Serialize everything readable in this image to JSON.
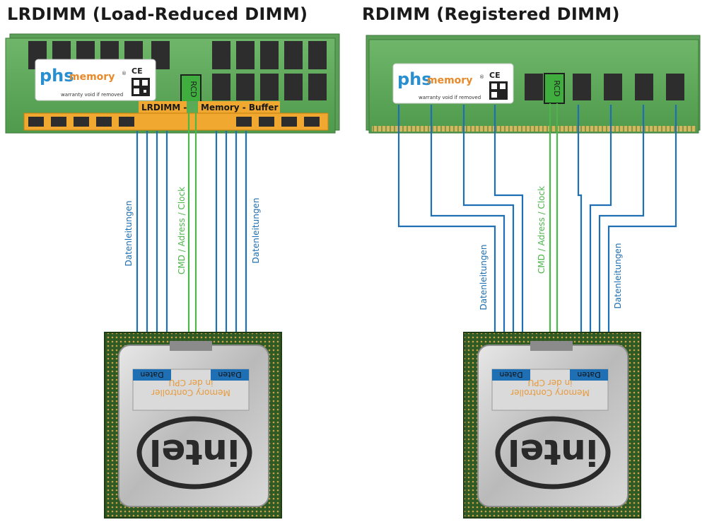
{
  "left_panel": {
    "title": "LRDIMM (Load-Reduced DIMM)",
    "logo_brand_a": "phs",
    "logo_brand_b": "memory",
    "logo_registered": "®",
    "logo_tagline": "warranty void if removed",
    "logo_ce": "CE",
    "rcd_label": "RCD",
    "buffer_label_a": "LRDIMM -",
    "buffer_label_b": "Memory - Buffer",
    "data_lines_left_label": "Datenleitungen",
    "cmd_label": "CMD / Adress / Clock",
    "data_lines_right_label": "Datenleitungen",
    "cpu_data_left": "Daten",
    "cpu_data_right": "Daten",
    "cpu_mc_line1": "Memory Controller",
    "cpu_mc_line2": "in der CPU",
    "cpu_brand": "intel"
  },
  "right_panel": {
    "title": "RDIMM (Registered DIMM)",
    "logo_brand_a": "phs",
    "logo_brand_b": "memory",
    "logo_registered": "®",
    "logo_tagline": "warranty void if removed",
    "logo_ce": "CE",
    "rcd_label": "RCD",
    "data_lines_left_label": "Datenleitungen",
    "cmd_label": "CMD / Adress / Clock",
    "data_lines_right_label": "Datenleitungen",
    "cpu_data_left": "Daten",
    "cpu_data_right": "Daten",
    "cpu_mc_line1": "Memory Controller",
    "cpu_mc_line2": "in der CPU",
    "cpu_brand": "intel"
  },
  "colors": {
    "data_line": "#1e6fb3",
    "cmd_line": "#4cb648",
    "pcb": "#5ea85a",
    "chip": "#2d2d2d",
    "buffer": "#f0a830",
    "rcd": "#3fae3f",
    "cpu_substrate": "#3c6b2e",
    "heatspreader": "#c8c9c8",
    "cpu_label_text": "#e89a3c",
    "daten_box": "#1e6fb3"
  }
}
